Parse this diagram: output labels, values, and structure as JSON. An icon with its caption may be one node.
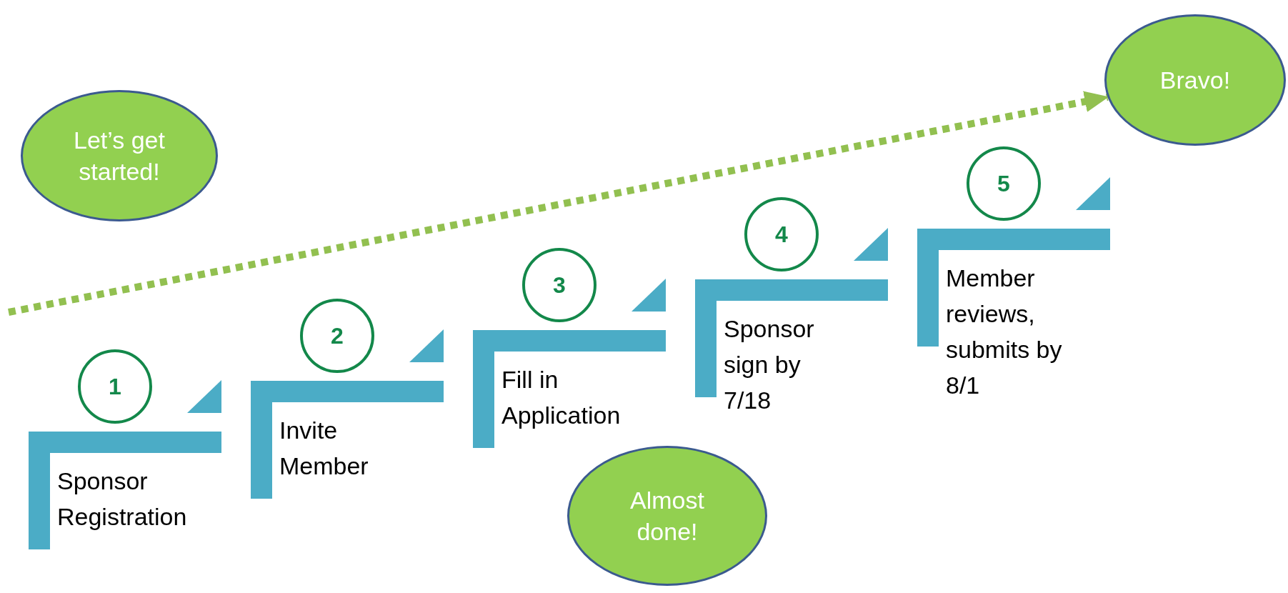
{
  "diagram": {
    "nodes": [
      {
        "text": [
          "Let’s get started!"
        ]
      },
      {
        "text": [
          "Bravo!"
        ]
      },
      {
        "text": [
          "1"
        ]
      },
      {
        "text": [
          "Sponsor Registration"
        ]
      },
      {
        "text": [
          "2"
        ]
      },
      {
        "text": [
          "Invite Member"
        ]
      },
      {
        "text": [
          "3"
        ]
      },
      {
        "text": [
          "Fill in Application"
        ]
      },
      {
        "text": [
          "4"
        ]
      },
      {
        "text": [
          "Sponsor sign by 7/18"
        ]
      },
      {
        "text": [
          "5"
        ]
      },
      {
        "text": [
          "Member reviews, submits by 8/1"
        ]
      },
      {
        "text": [
          "Almost done!"
        ]
      }
    ],
    "edges": [
      {
        "from": null,
        "to": 1,
        "arrow": "to",
        "style": "dashed",
        "color": "#92c050"
      }
    ]
  }
}
